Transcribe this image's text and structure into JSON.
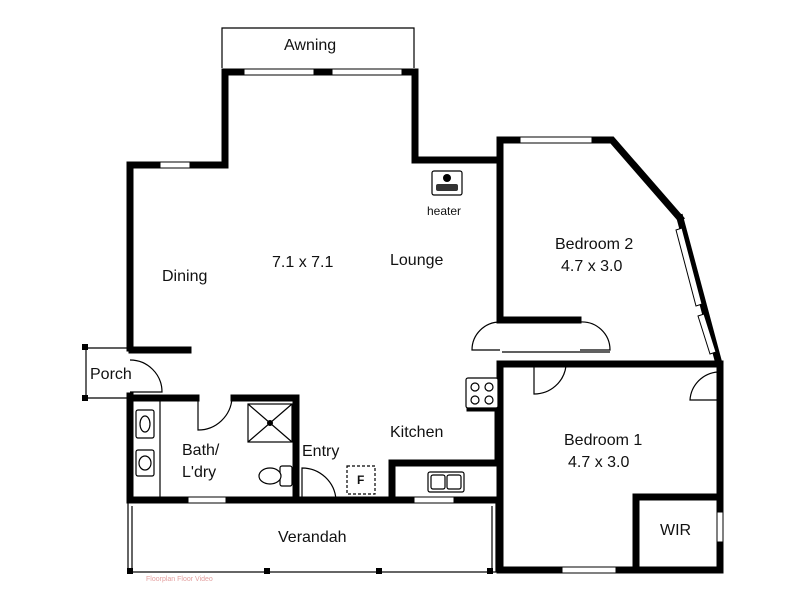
{
  "rooms": {
    "awning": "Awning",
    "dining": "Dining",
    "lounge": "Lounge",
    "main_size": "7.1 x 7.1",
    "heater": "heater",
    "bedroom2": "Bedroom 2",
    "bedroom2_size": "4.7 x 3.0",
    "porch": "Porch",
    "bath_line1": "Bath/",
    "bath_line2": "L'dry",
    "entry": "Entry",
    "kitchen": "Kitchen",
    "fridge": "F",
    "bedroom1": "Bedroom 1",
    "bedroom1_size": "4.7 x 3.0",
    "wir": "WIR",
    "verandah": "Verandah",
    "watermark": "Floorplan Floor Video"
  },
  "icons": [
    "heater-icon",
    "stove-icon",
    "sink-icon",
    "shower-icon",
    "toilet-icon",
    "basin-icon",
    "fridge-icon"
  ]
}
